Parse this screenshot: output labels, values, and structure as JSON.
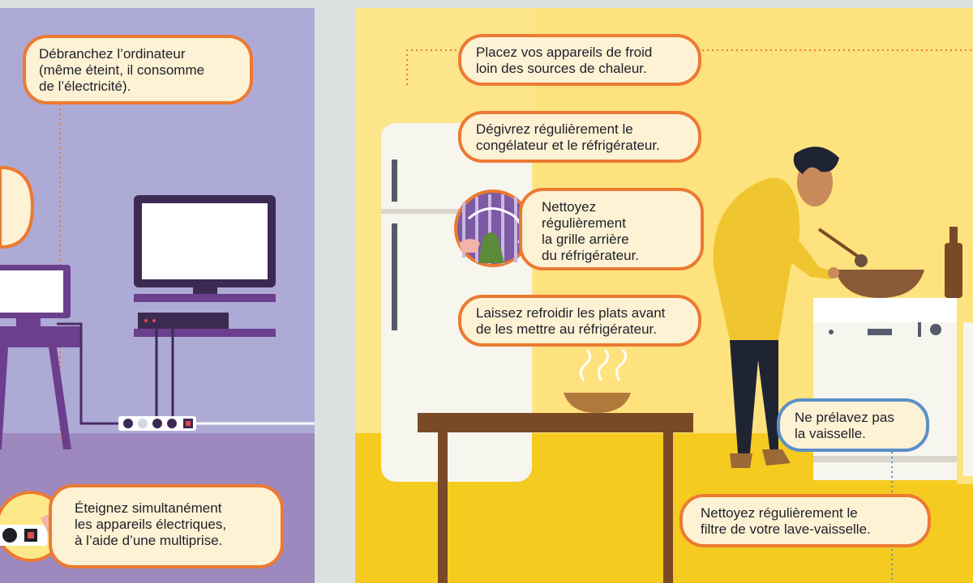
{
  "living_room": {
    "tip_computer": [
      "Débranchez l’ordinateur",
      "(même éteint, il consomme",
      "de l’électricité)."
    ],
    "tip_power_strip": [
      "Éteignez simultanément",
      "les appareils électriques,",
      "à l’aide d’une multiprise."
    ]
  },
  "kitchen": {
    "tip_cold_devices": [
      "Placez vos appareils de froid",
      "loin des sources de chaleur."
    ],
    "tip_defrost": [
      "Dégivrez régulièrement le",
      "congélateur et le réfrigérateur."
    ],
    "tip_grille": [
      "Nettoyez",
      "régulièrement",
      "la grille arrière",
      "du réfrigérateur."
    ],
    "tip_cool_dishes": [
      "Laissez refroidir les plats avant",
      "de les mettre au réfrigérateur."
    ],
    "tip_prewash": [
      "Ne prélavez pas",
      "la vaisselle."
    ],
    "tip_filter": [
      "Nettoyez régulièrement le",
      "filtre de votre lave-vaisselle."
    ]
  },
  "colors": {
    "living_wall": "#aeaad6",
    "living_floor": "#9d89be",
    "kitchen_wall": "#fde27e",
    "kitchen_floor": "#f5cb20",
    "bubble_fill": "#fdf2d4",
    "bubble_border_orange": "#ec7a32",
    "bubble_border_blue": "#5b8fc8",
    "furniture_purple": "#6b3f8d"
  },
  "icons": [
    "computer-icon",
    "tv-icon",
    "power-strip-icon",
    "fridge-icon",
    "grille-icon",
    "person-cooking-icon",
    "dishwasher-icon",
    "bottle-icon",
    "steam-icon"
  ]
}
